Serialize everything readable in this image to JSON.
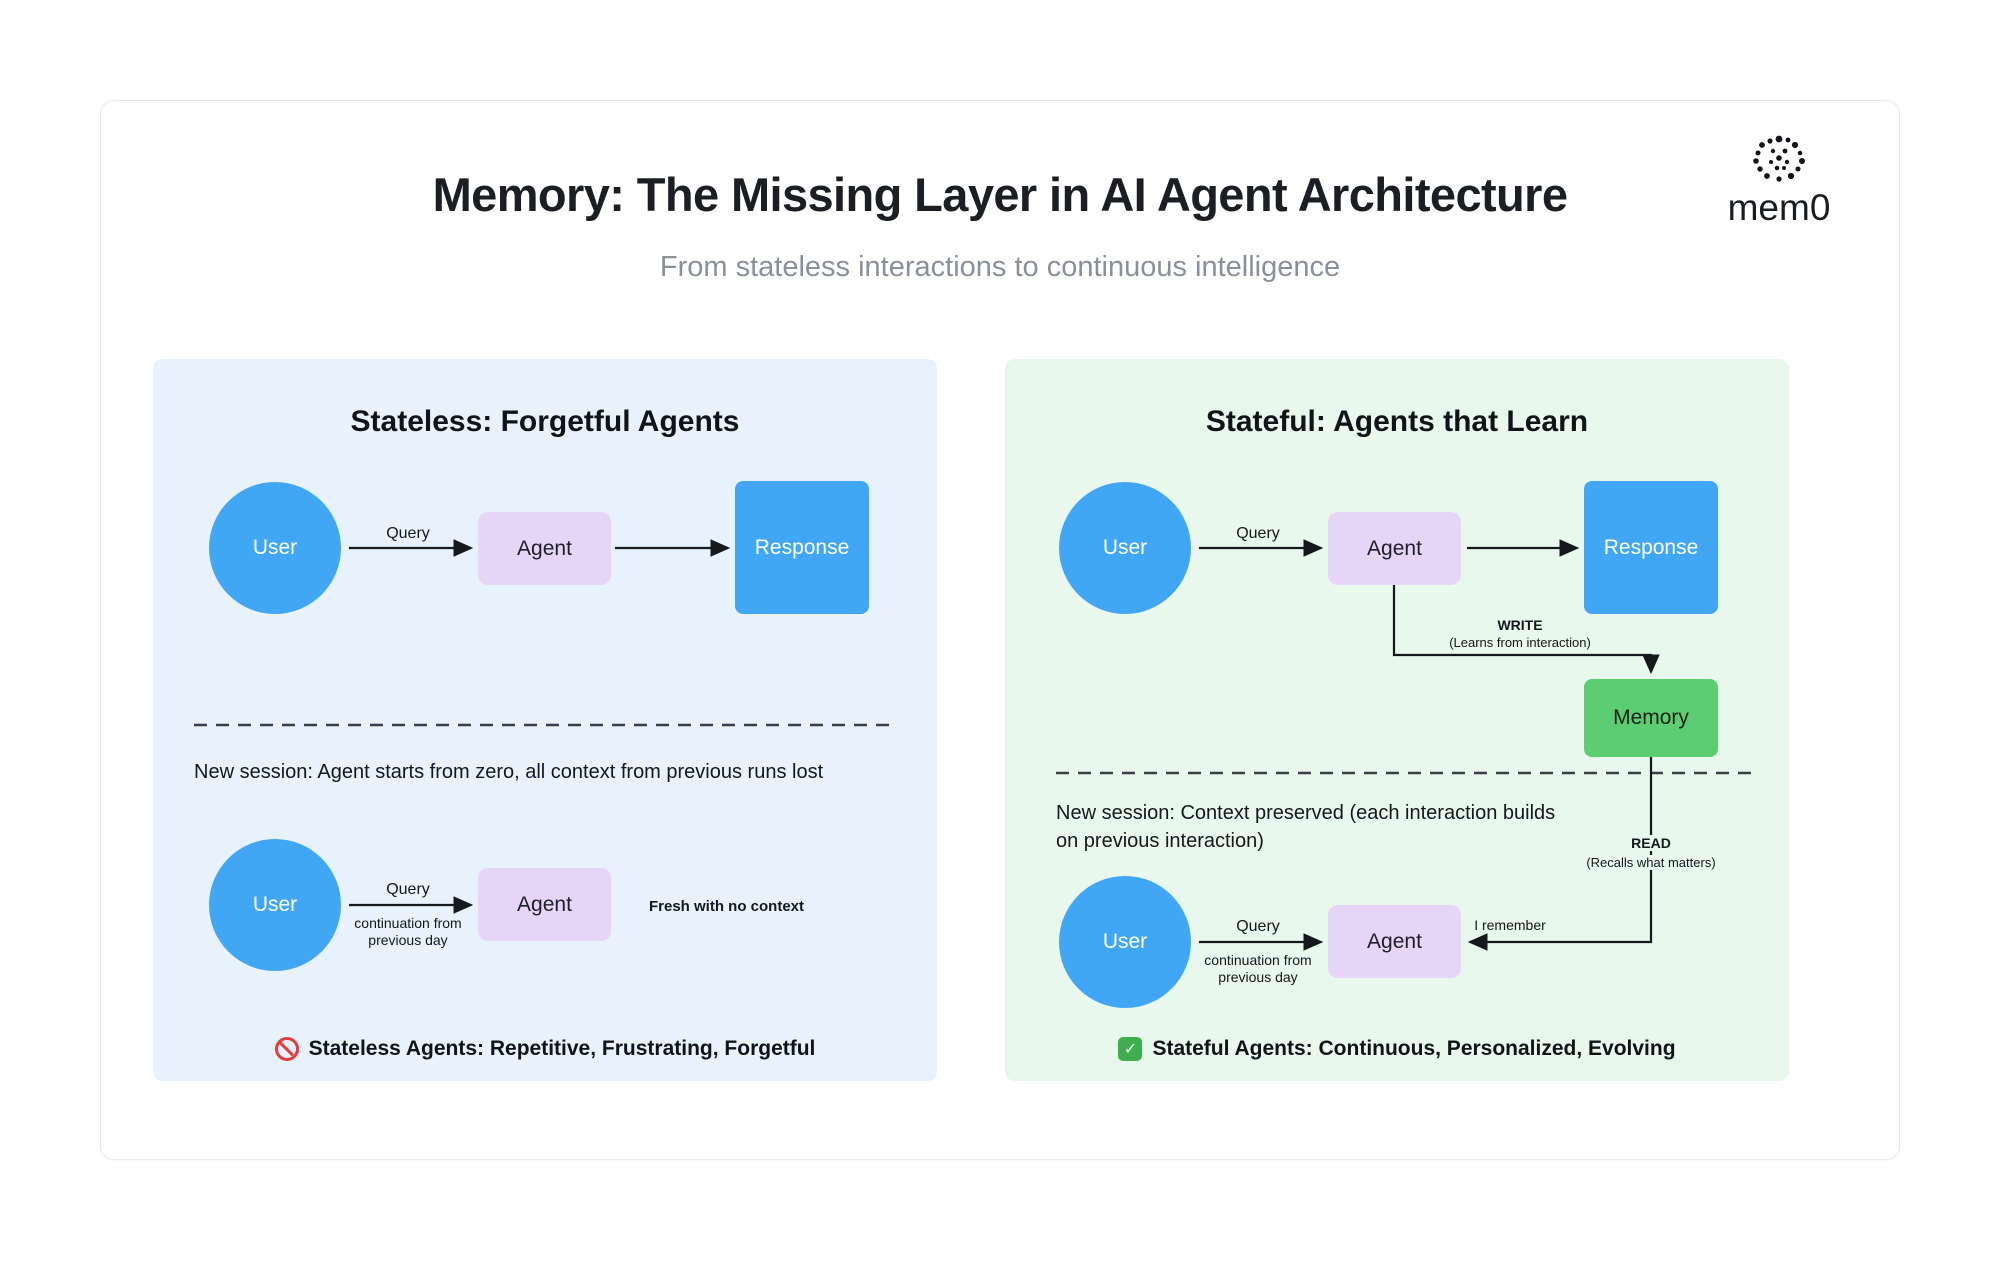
{
  "header": {
    "title": "Memory: The Missing Layer in AI Agent Architecture",
    "subtitle": "From stateless interactions to continuous intelligence"
  },
  "logo": {
    "wordmark": "mem0"
  },
  "stateless_panel": {
    "title": "Stateless: Forgetful Agents",
    "nodes": {
      "user": "User",
      "agent": "Agent",
      "response": "Response"
    },
    "labels": {
      "query": "Query",
      "continuation_line1": "continuation from",
      "continuation_line2": "previous day",
      "fresh_note": "Fresh with no context"
    },
    "session_note": "New session: Agent starts from zero, all context from previous runs lost",
    "caption": "Stateless Agents: Repetitive, Frustrating, Forgetful"
  },
  "stateful_panel": {
    "title": "Stateful: Agents that Learn",
    "nodes": {
      "user": "User",
      "agent": "Agent",
      "response": "Response",
      "memory": "Memory"
    },
    "labels": {
      "query": "Query",
      "continuation_line1": "continuation from",
      "continuation_line2": "previous day",
      "write": "WRITE",
      "write_sub": "(Learns from interaction)",
      "read": "READ",
      "read_sub": "(Recalls what matters)",
      "i_remember": "I remember"
    },
    "session_note_line1": "New session: Context preserved (each interaction builds",
    "session_note_line2": "on previous interaction)",
    "caption": "Stateful Agents: Continuous, Personalized, Evolving"
  },
  "icons": {
    "check_glyph": "✓"
  },
  "colors": {
    "user_node": "#41a7f5",
    "agent_node": "#e7d5f8",
    "response_node": "#41a7f5",
    "memory_node": "#5ccd72",
    "stateless_panel_bg": "#e7f2fd",
    "stateful_panel_bg": "#e8f8ed",
    "prohibit_icon": "#e13d3d",
    "check_icon": "#3fae4e"
  }
}
